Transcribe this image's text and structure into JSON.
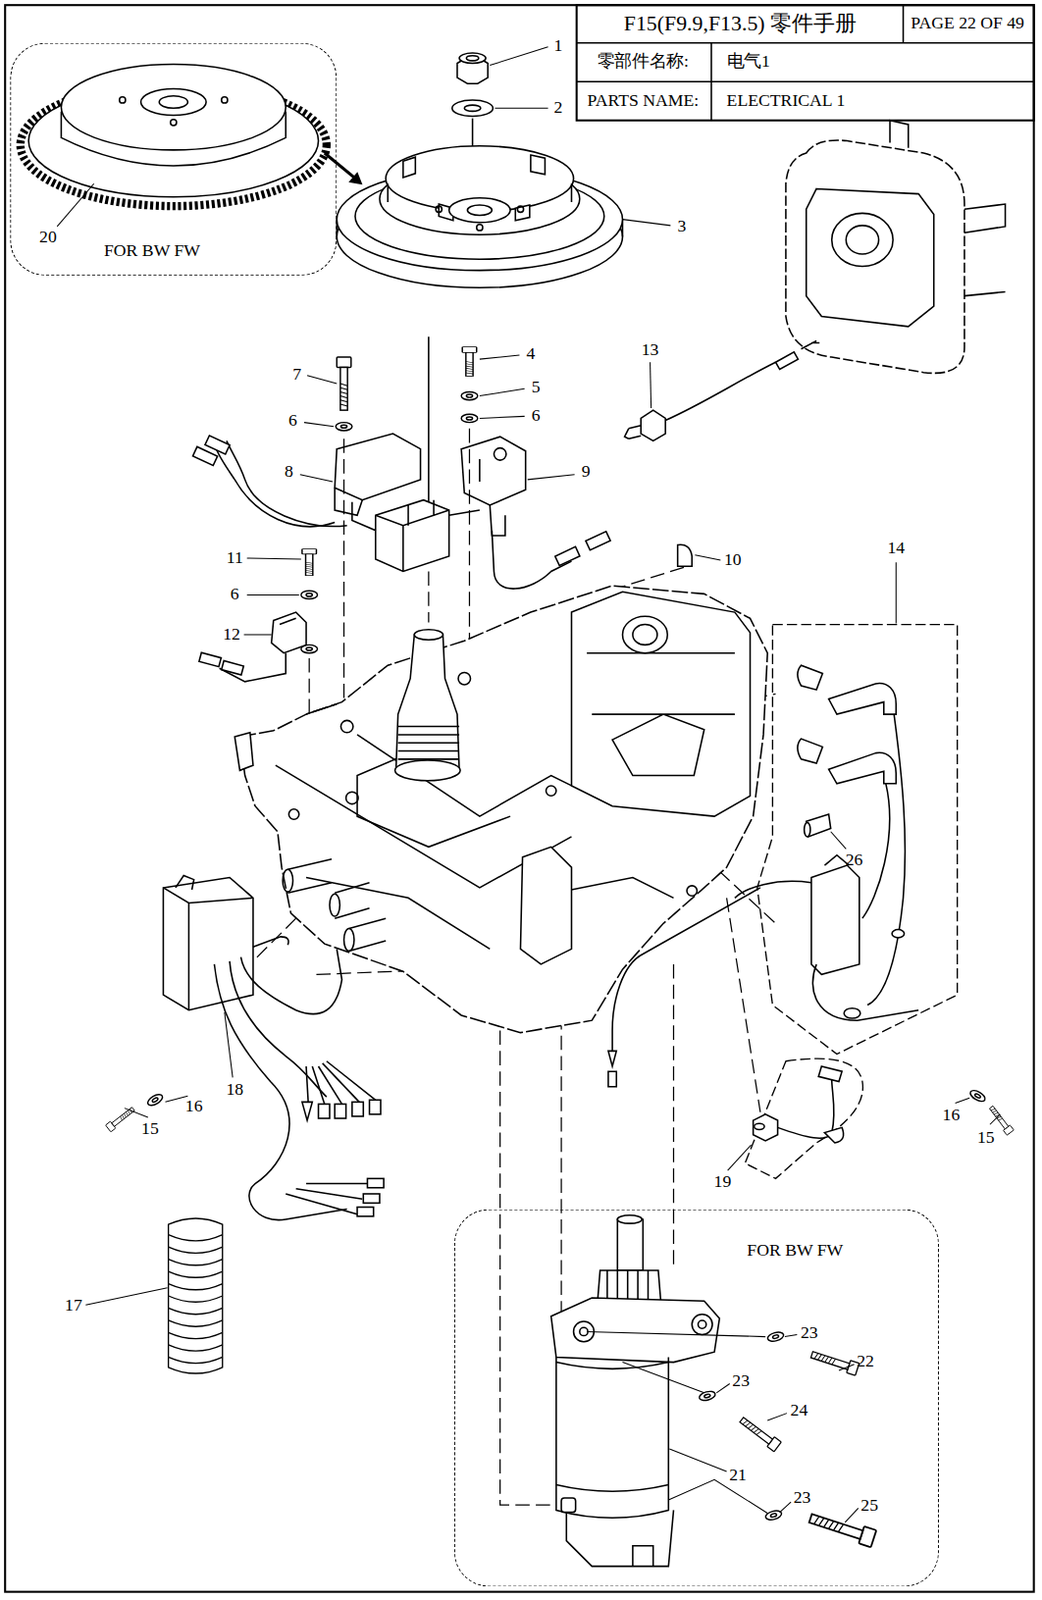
{
  "diagram": {
    "title": "F15(F9.9,F13.5) 零件手册",
    "nodes": [
      {
        "text": [
          "FOR BW FW"
        ]
      },
      {
        "text": [
          "FOR BW FW"
        ]
      }
    ],
    "labels": [
      "PAGE 22 OF 49",
      "零部件名称:",
      "电气1",
      "PARTS NAME:",
      "ELECTRICAL 1",
      "1",
      "2",
      "3",
      "20",
      "13",
      "7",
      "4",
      "5",
      "6",
      "6",
      "8",
      "9",
      "10",
      "11",
      "6",
      "12",
      "14",
      "26",
      "18",
      "16",
      "15",
      "16",
      "15",
      "19",
      "17",
      "23",
      "22",
      "23",
      "24",
      "21",
      "23",
      "25"
    ]
  }
}
